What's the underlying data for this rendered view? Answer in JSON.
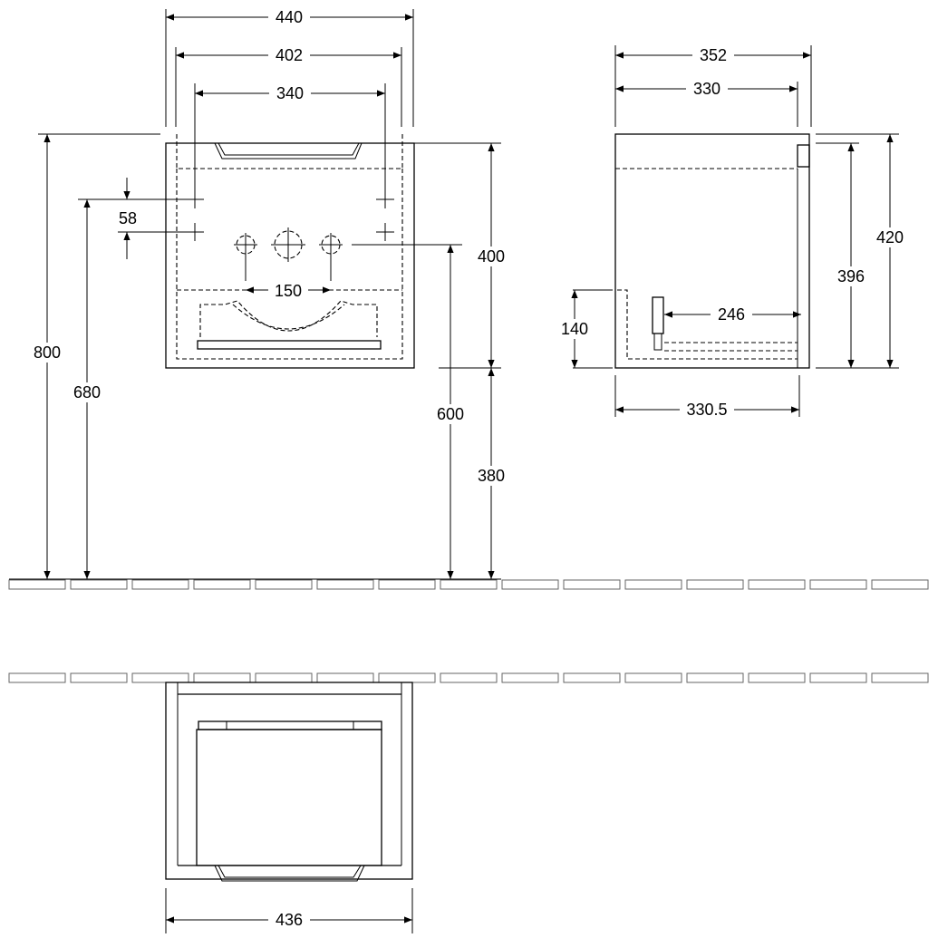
{
  "front_view": {
    "width_total": "440",
    "width_inner": "402",
    "tap_spacing": "340",
    "hole_spacing": "58",
    "overall_height": "800",
    "mount_height": "680",
    "cabinet_height": "400",
    "pipe_height": "600",
    "floor_clearance": "380",
    "tap_pitch": "150"
  },
  "side_view": {
    "depth_total": "352",
    "depth_inner": "330",
    "height_total": "420",
    "height_inner": "396",
    "drawer_height": "140",
    "siphon_depth": "246",
    "base_depth": "330.5"
  },
  "top_view": {
    "width": "436"
  },
  "colors": {
    "line": "#000000",
    "wall": "#666666"
  }
}
